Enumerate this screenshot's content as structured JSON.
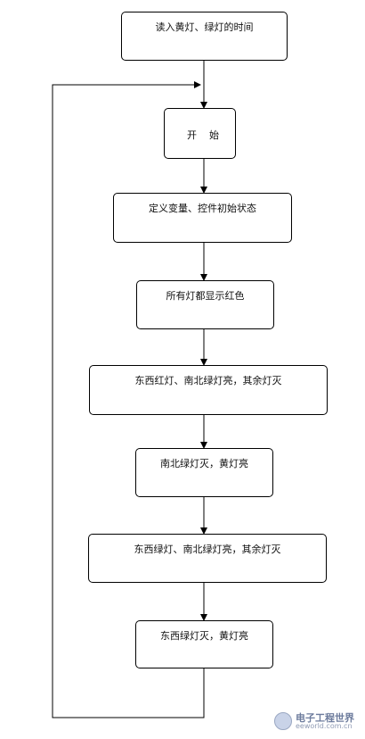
{
  "flowchart": {
    "nodes": [
      {
        "id": "read-times",
        "label": "读入黄灯、绿灯的时间"
      },
      {
        "id": "start",
        "label": "开    始"
      },
      {
        "id": "define-vars",
        "label": "定义变量、控件初始状态"
      },
      {
        "id": "all-red",
        "label": "所有灯都显示红色"
      },
      {
        "id": "ew-red-ns-green",
        "label": "东西红灯、南北绿灯亮，其余灯灭"
      },
      {
        "id": "ns-green-off-yellow-on",
        "label": "南北绿灯灭，黄灯亮"
      },
      {
        "id": "ew-green-ns-green",
        "label": "东西绿灯、南北绿灯亮，其余灯灭"
      },
      {
        "id": "ew-green-off-yellow-on",
        "label": "东西绿灯灭，黄灯亮"
      }
    ]
  },
  "watermark": {
    "title": "电子工程世界",
    "subtitle": "eeworld.com.cn"
  }
}
